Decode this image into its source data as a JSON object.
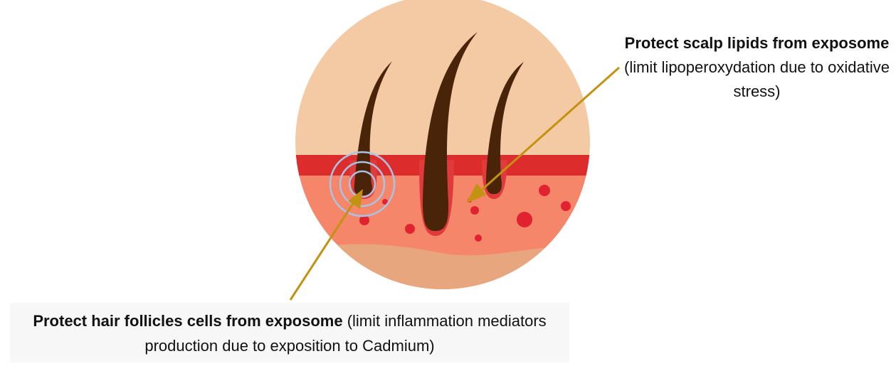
{
  "callout_top": {
    "bold": "Protect scalp lipids from exposome",
    "normal": "(limit lipoperoxydation due to oxidative stress)"
  },
  "callout_bottom": {
    "bold": "Protect hair follicles cells from exposome",
    "normal": "(limit inflammation mediators production due to exposition to Cadmium)"
  },
  "colors": {
    "epidermis": "#f4caa4",
    "red_band": "#dd2c2c",
    "dermis": "#f5866a",
    "subcutis": "#e8a67e",
    "hair": "#4a2408",
    "blood_spot": "#e0232f",
    "arrow": "#c39210",
    "halo": "#a9c3e4"
  }
}
